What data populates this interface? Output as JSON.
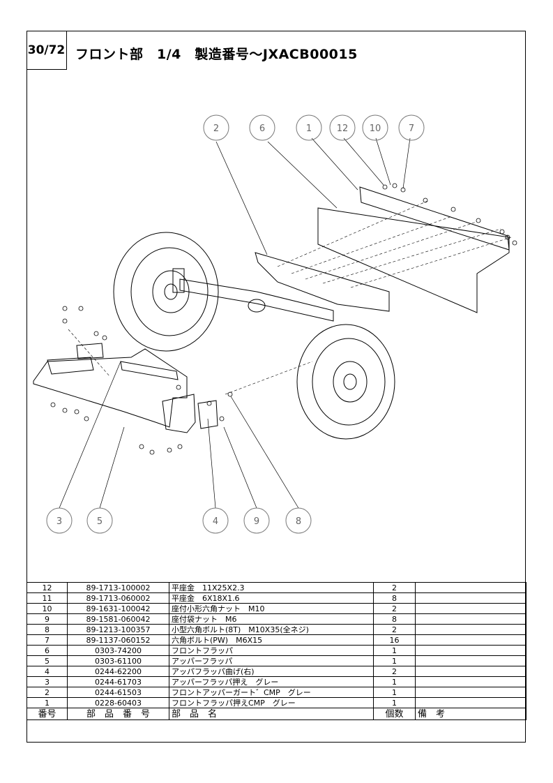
{
  "page": {
    "number": "30/72",
    "title": "フロント部　1/4　製造番号～JXACB00015"
  },
  "callouts": {
    "top": [
      "2",
      "6",
      "1",
      "12",
      "10",
      "7"
    ],
    "bottom": [
      "3",
      "5",
      "4",
      "9",
      "8"
    ]
  },
  "table": {
    "headers": {
      "no": "番号",
      "code": "部　品　番　号",
      "name": "部　品　名",
      "qty": "個数",
      "remarks": "備　考"
    },
    "rows": [
      {
        "no": "12",
        "code": "89-1713-100002",
        "name": "平座金　11X25X2.3",
        "qty": "2",
        "remarks": ""
      },
      {
        "no": "11",
        "code": "89-1713-060002",
        "name": "平座金　6X18X1.6",
        "qty": "8",
        "remarks": ""
      },
      {
        "no": "10",
        "code": "89-1631-100042",
        "name": "座付小形六角ナット　M10",
        "qty": "2",
        "remarks": ""
      },
      {
        "no": "9",
        "code": "89-1581-060042",
        "name": "座付袋ナット　M6",
        "qty": "8",
        "remarks": ""
      },
      {
        "no": "8",
        "code": "89-1213-100357",
        "name": "小型六角ボルト(8T)　M10X35(全ネジ)",
        "qty": "2",
        "remarks": ""
      },
      {
        "no": "7",
        "code": "89-1137-060152",
        "name": "六角ボルト(PW)　M6X15",
        "qty": "16",
        "remarks": ""
      },
      {
        "no": "6",
        "code": "0303-74200",
        "name": "フロントフラッパ",
        "qty": "1",
        "remarks": ""
      },
      {
        "no": "5",
        "code": "0303-61100",
        "name": "アッパーフラッパ",
        "qty": "1",
        "remarks": ""
      },
      {
        "no": "4",
        "code": "0244-62200",
        "name": "アッパフラッパ曲げ(右)",
        "qty": "2",
        "remarks": ""
      },
      {
        "no": "3",
        "code": "0244-61703",
        "name": "アッパーフラッパ押え　グレー",
        "qty": "1",
        "remarks": ""
      },
      {
        "no": "2",
        "code": "0244-61503",
        "name": "フロントアッパーガート゛CMP　グレー",
        "qty": "1",
        "remarks": ""
      },
      {
        "no": "1",
        "code": "0228-60403",
        "name": "フロントフラッパ押えCMP　グレー",
        "qty": "1",
        "remarks": ""
      }
    ]
  }
}
